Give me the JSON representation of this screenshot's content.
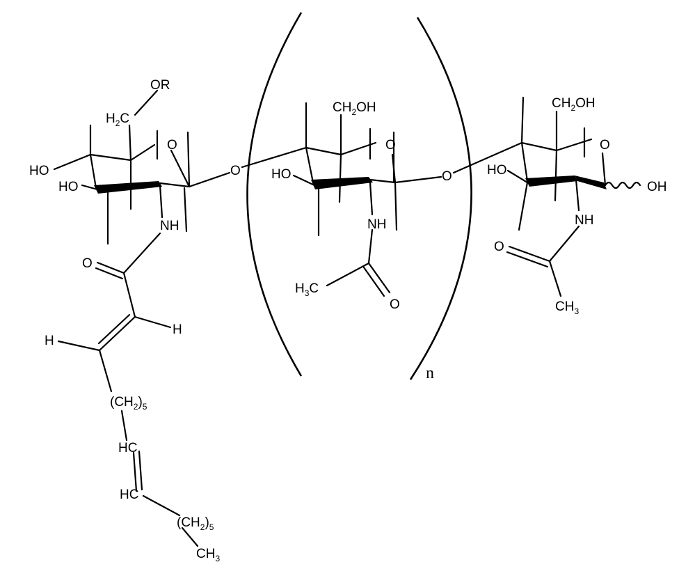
{
  "molecule": {
    "ring1": {
      "or": "OR",
      "h2c": "H",
      "h2c_sub": "2",
      "h2c_c": "C",
      "ring_o": "O",
      "ho_top": "HO",
      "ho_bottom": "HO",
      "nh": "NH"
    },
    "acyl_chain": {
      "carbonyl_o": "O",
      "h_right": "H",
      "h_left": "H",
      "ch2_open": "(CH",
      "ch2_sub": "2",
      "ch2_close": ")",
      "ch2_count": "5",
      "hc_upper": "HC",
      "hc_lower": "HC",
      "ch2b_open": "(CH",
      "ch2b_sub": "2",
      "ch2b_close": ")",
      "ch2b_count": "5",
      "ch3": "CH",
      "ch3_sub": "3"
    },
    "glycosidic_o1": "O",
    "repeat_unit": {
      "ch2oh_a": "CH",
      "ch2oh_sub": "2",
      "ch2oh_b": "OH",
      "ring_o": "O",
      "ho": "HO",
      "nh": "NH",
      "h3c_a": "H",
      "h3c_sub": "3",
      "h3c_b": "C",
      "carbonyl_o": "O",
      "subscript_n": "n"
    },
    "glycosidic_o2": "O",
    "ring3": {
      "ch2oh_a": "CH",
      "ch2oh_sub": "2",
      "ch2oh_b": "OH",
      "ring_o": "O",
      "ho": "HO",
      "oh": "OH",
      "nh": "NH",
      "carbonyl_o": "O",
      "ch3": "CH",
      "ch3_sub": "3"
    }
  }
}
